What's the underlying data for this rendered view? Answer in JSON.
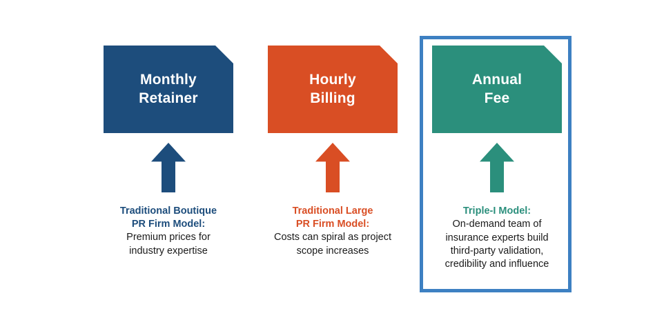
{
  "diagram": {
    "type": "three-column-comparison",
    "background_color": "#ffffff",
    "highlight_color": "#3d80c2",
    "columns": [
      {
        "id": "monthly-retainer",
        "box_title": "Monthly\nRetainer",
        "color": "#1d4d7c",
        "arrow_direction": "up",
        "caption_heading": "Traditional Boutique\nPR Firm Model:",
        "caption_body": "Premium prices for\nindustry expertise",
        "highlighted": false
      },
      {
        "id": "hourly-billing",
        "box_title": "Hourly\nBilling",
        "color": "#d94e24",
        "arrow_direction": "up",
        "caption_heading": "Traditional Large\nPR Firm Model:",
        "caption_body": "Costs can spiral as project\nscope increases",
        "highlighted": false
      },
      {
        "id": "annual-fee",
        "box_title": "Annual\nFee",
        "color": "#2b8f7c",
        "arrow_direction": "up",
        "caption_heading": "Triple-I Model:",
        "caption_body": "On-demand team of\ninsurance experts build\nthird-party validation,\ncredibility and influence",
        "highlighted": true
      }
    ]
  }
}
